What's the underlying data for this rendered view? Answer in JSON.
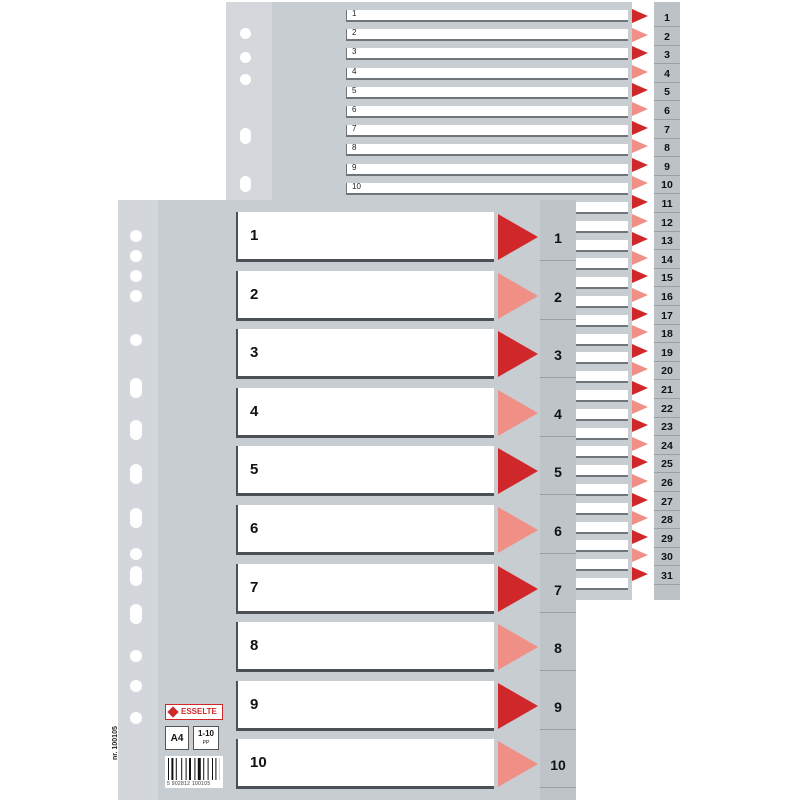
{
  "back_set": {
    "rows": [
      "1",
      "2",
      "3",
      "4",
      "5",
      "6",
      "7",
      "8",
      "9",
      "10"
    ],
    "tabs": [
      "1",
      "2",
      "3",
      "4",
      "5",
      "6",
      "7",
      "8",
      "9",
      "10",
      "11",
      "12",
      "13",
      "14",
      "15",
      "16",
      "17",
      "18",
      "19",
      "20",
      "21",
      "22",
      "23",
      "24",
      "25",
      "26",
      "27",
      "28",
      "29",
      "30",
      "31"
    ]
  },
  "front_set": {
    "rows": [
      "1",
      "2",
      "3",
      "4",
      "5",
      "6",
      "7",
      "8",
      "9",
      "10"
    ],
    "tabs": [
      "1",
      "2",
      "3",
      "4",
      "5",
      "6",
      "7",
      "8",
      "9",
      "10"
    ]
  },
  "label": {
    "brand": "ESSELTE",
    "size": "A4",
    "range": "1-10",
    "material": "PP",
    "barcode_number": "5 902812 100105",
    "article": "nr. 100105"
  },
  "colors": {
    "sheet": "#c8cdd2",
    "tab_dark": "#d0282a",
    "tab_light": "#f08f85"
  }
}
